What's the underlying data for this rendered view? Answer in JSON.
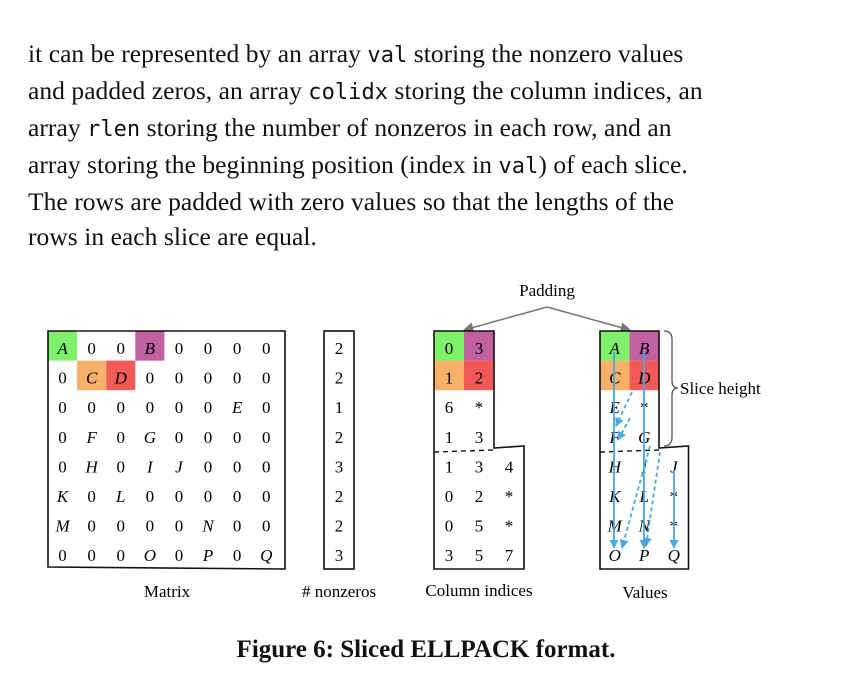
{
  "paragraph": [
    [
      {
        "t": "it can be represented by an array "
      },
      {
        "c": "val"
      },
      {
        "t": " storing the nonzero values"
      }
    ],
    [
      {
        "t": "and padded zeros, an array "
      },
      {
        "c": "colidx"
      },
      {
        "t": " storing the column indices, an"
      }
    ],
    [
      {
        "t": "array "
      },
      {
        "c": "rlen"
      },
      {
        "t": " storing the number of nonzeros in each row, and an"
      }
    ],
    [
      {
        "t": "array storing the beginning position (index in "
      },
      {
        "c": "val"
      },
      {
        "t": ") of each slice."
      }
    ],
    [
      {
        "t": "The rows are padded with zero values so that the lengths of the"
      }
    ],
    [
      {
        "t": "rows in each slice are equal."
      }
    ]
  ],
  "figure": {
    "labels": {
      "padding": "Padding",
      "slice_height": "Slice height",
      "matrix": "Matrix",
      "nonzeros": "# nonzeros",
      "column_indices": "Column indices",
      "values": "Values"
    },
    "matrix": [
      [
        "A",
        "0",
        "0",
        "B",
        "0",
        "0",
        "0",
        "0"
      ],
      [
        "0",
        "C",
        "D",
        "0",
        "0",
        "0",
        "0",
        "0"
      ],
      [
        "0",
        "0",
        "0",
        "0",
        "0",
        "0",
        "E",
        "0"
      ],
      [
        "0",
        "F",
        "0",
        "G",
        "0",
        "0",
        "0",
        "0"
      ],
      [
        "0",
        "H",
        "0",
        "I",
        "J",
        "0",
        "0",
        "0"
      ],
      [
        "K",
        "0",
        "L",
        "0",
        "0",
        "0",
        "0",
        "0"
      ],
      [
        "M",
        "0",
        "0",
        "0",
        "0",
        "N",
        "0",
        "0"
      ],
      [
        "0",
        "0",
        "0",
        "O",
        "0",
        "P",
        "0",
        "Q"
      ]
    ],
    "matrix_highlights": [
      {
        "row": 0,
        "col": 0,
        "color": "#7ef06a"
      },
      {
        "row": 0,
        "col": 3,
        "color": "#c060a0"
      },
      {
        "row": 1,
        "col": 1,
        "color": "#f6b06a"
      },
      {
        "row": 1,
        "col": 2,
        "color": "#f25a5a"
      }
    ],
    "nonzeros": [
      "2",
      "2",
      "1",
      "2",
      "3",
      "2",
      "2",
      "3"
    ],
    "column_indices": {
      "slice1": [
        [
          "0",
          "3"
        ],
        [
          "1",
          "2"
        ],
        [
          "6",
          "*"
        ],
        [
          "1",
          "3"
        ]
      ],
      "slice2": [
        [
          "1",
          "3",
          "4"
        ],
        [
          "0",
          "2",
          "*"
        ],
        [
          "0",
          "5",
          "*"
        ],
        [
          "3",
          "5",
          "7"
        ]
      ]
    },
    "values": {
      "slice1": [
        [
          "A",
          "B"
        ],
        [
          "C",
          "D"
        ],
        [
          "E",
          "*"
        ],
        [
          "F",
          "G"
        ]
      ],
      "slice2": [
        [
          "H",
          "I",
          "J"
        ],
        [
          "K",
          "L",
          "*"
        ],
        [
          "M",
          "N",
          "*"
        ],
        [
          "O",
          "P",
          "Q"
        ]
      ]
    },
    "colors": {
      "green": "#7ef06a",
      "purple": "#c060a0",
      "orange": "#f6b06a",
      "red": "#f25a5a",
      "arrow_blue": "#4aa8dc"
    }
  },
  "caption": "Figure 6: Sliced ELLPACK format."
}
